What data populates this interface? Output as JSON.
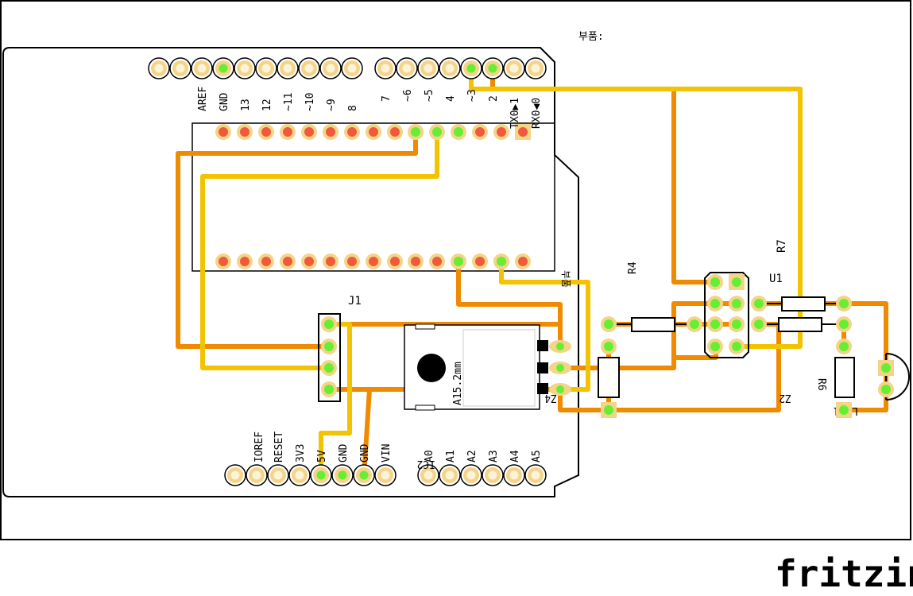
{
  "board_note": "부품:",
  "brand": "fritzing",
  "colors": {
    "trace_orange": "#f08a00",
    "trace_yellow": "#f2c300",
    "pad_ring": "#f4d488",
    "pad_connected": "#66ee33",
    "pad_unconnected": "#f05a3a",
    "pad_empty": "#fbf3d8",
    "outline": "#000000"
  },
  "header_top_left": [
    "AREF",
    "GND",
    "13",
    "12",
    "~11",
    "~10",
    "~9",
    "8"
  ],
  "header_top_right": [
    "7",
    "~6",
    "~5",
    "4",
    "~3",
    "2",
    "TX0▶1",
    "RX0◀0"
  ],
  "header_bottom_power": [
    "IOREF",
    "RESET",
    "3V3",
    "5V",
    "GND",
    "GND",
    "VIN"
  ],
  "header_bottom_analog": [
    "A0",
    "A1",
    "A2",
    "A3",
    "A4",
    "A5"
  ],
  "designators": {
    "j1": "J1",
    "r4": "R4",
    "r7": "R7",
    "u1": "U1",
    "r6": "R6",
    "led1": "LED1",
    "z2": "Z2",
    "z4": "Z4",
    "ic2": "IC2",
    "buzzer": "A15.2mm",
    "part_note": "부품"
  }
}
